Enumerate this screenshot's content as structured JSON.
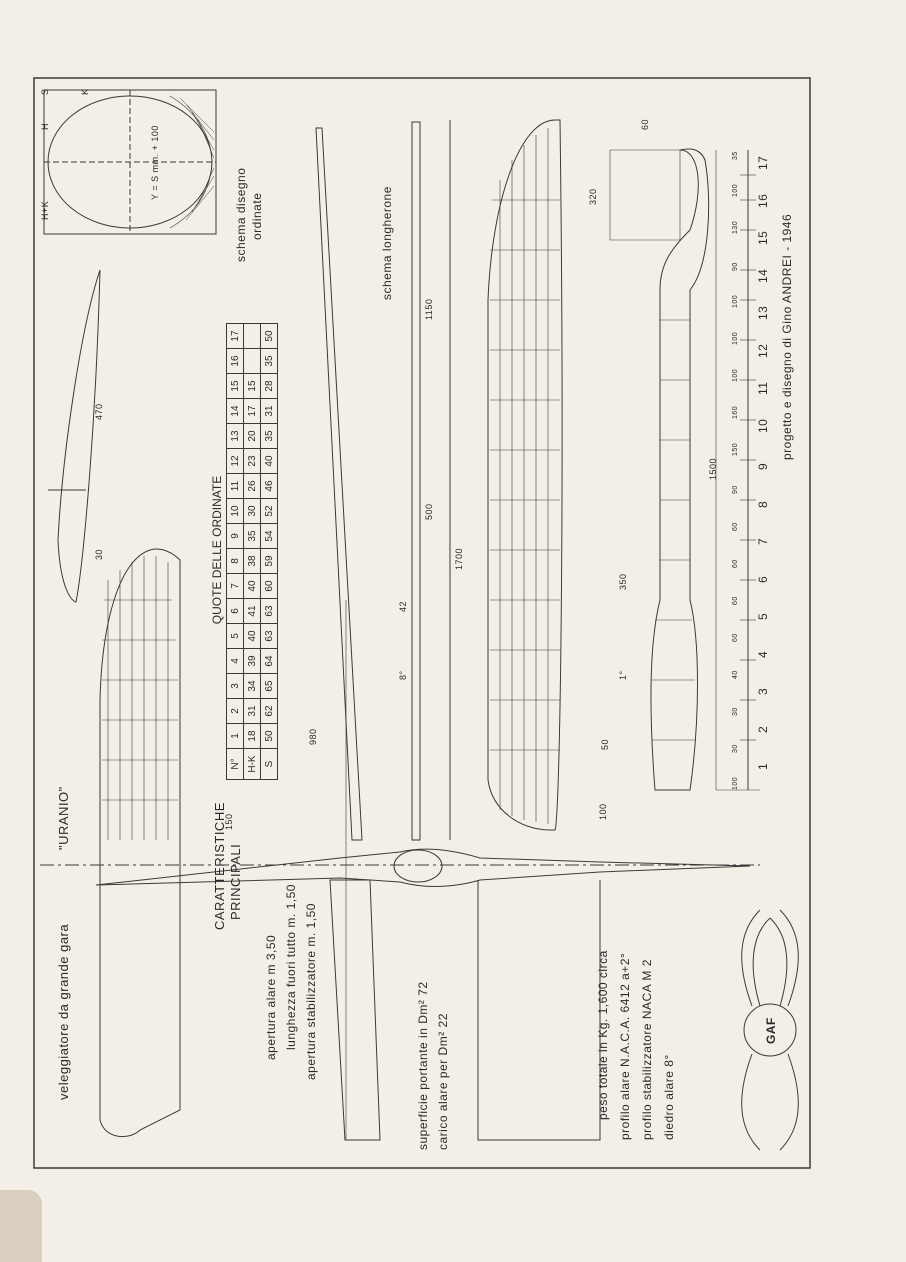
{
  "drawing": {
    "header_text": "veleggiatore da grande gara",
    "name": "\"URANIO\"",
    "characteristics_title_1": "CARATTERISTICHE",
    "characteristics_title_2": "PRINCIPALI",
    "wingspan": "apertura alare   m  3,50",
    "length": "lunghezza fuori tutto m. 1,50",
    "stab_span": "apertura stabilizzatore m. 1,50",
    "surface": "superficie portante in Dm² 72",
    "load": "carico alare per Dm²  22",
    "weight": "peso totale in Kg. 1,600 circa",
    "wing_profile": "profilo alare  N.A.C.A. 6412 a+2°",
    "stab_profile": "profilo stabilizzatore NACA M 2",
    "dihedral": "diedro alare     8°",
    "section_scheme_1": "schema disegno",
    "section_scheme_2": "ordinate",
    "spar_scheme": "schema longherone",
    "credit": "progetto e disegno di Gino ANDREI - 1946",
    "logo": "GAF"
  },
  "table": {
    "title": "QUOTE    DELLE    ORDINATE",
    "rows": [
      {
        "label": "N°",
        "cells": [
          "1",
          "2",
          "3",
          "4",
          "5",
          "6",
          "7",
          "8",
          "9",
          "10",
          "11",
          "12",
          "13",
          "14",
          "15",
          "16",
          "17"
        ]
      },
      {
        "label": "H-K",
        "cells": [
          "18",
          "31",
          "34",
          "39",
          "40",
          "41",
          "40",
          "38",
          "35",
          "30",
          "26",
          "23",
          "20",
          "17",
          "15",
          "",
          ""
        ]
      },
      {
        "label": "S",
        "cells": [
          "50",
          "62",
          "65",
          "64",
          "63",
          "63",
          "60",
          "59",
          "54",
          "52",
          "46",
          "40",
          "35",
          "31",
          "28",
          "35",
          "50"
        ]
      }
    ]
  },
  "dimensions": {
    "d_980": "980",
    "d_150": "150",
    "d_30": "30",
    "d_470": "470",
    "d_1150": "1150",
    "d_500": "500",
    "d_1700": "1700",
    "d_42": "42",
    "d_1500": "1500",
    "d_350": "350",
    "d_50": "50",
    "d_100": "100",
    "d_60": "60",
    "d_320": "320",
    "d_8deg": "8°",
    "d_1deg": "1°",
    "section_formula": "Y = S mm. + 100",
    "section_H": "H",
    "section_S": "S",
    "section_K": "K",
    "section_HK": "H+K"
  },
  "stations": {
    "numbers": [
      "1",
      "2",
      "3",
      "4",
      "5",
      "6",
      "7",
      "8",
      "9",
      "10",
      "11",
      "12",
      "13",
      "14",
      "15",
      "16",
      "17"
    ],
    "spacings": [
      "100",
      "30",
      "30",
      "40",
      "60",
      "60",
      "60",
      "60",
      "90",
      "150",
      "160",
      "100",
      "100",
      "100",
      "90",
      "130",
      "100",
      "35"
    ]
  }
}
